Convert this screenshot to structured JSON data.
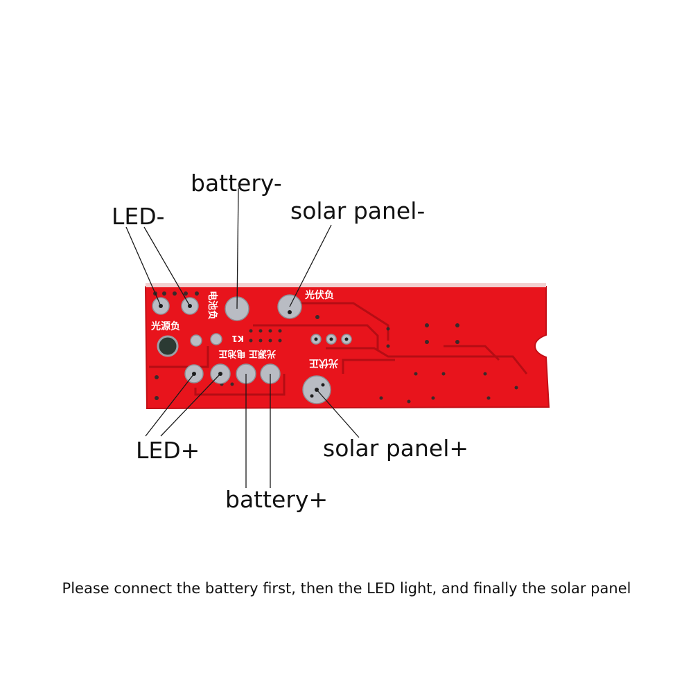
{
  "labels": {
    "battery_neg": "battery-",
    "led_neg": "LED-",
    "solar_neg": "solar panel-",
    "led_pos": "LED+",
    "solar_pos": "solar panel+",
    "battery_pos": "battery+"
  },
  "silkscreen": {
    "light_neg": "光源负",
    "battery_neg": "电池负",
    "pv_neg": "光伏负",
    "pv_pos": "光伏正",
    "light_battery_pos": "光源正 电池正",
    "k1": "K1"
  },
  "note": "Please connect the battery first, then the LED light, and finally the solar panel",
  "colors": {
    "board": "#e8141c",
    "board_dark": "#c20f16",
    "pad": "#b9bcc3",
    "trace": "#b50d14",
    "silk": "#ffffff"
  }
}
